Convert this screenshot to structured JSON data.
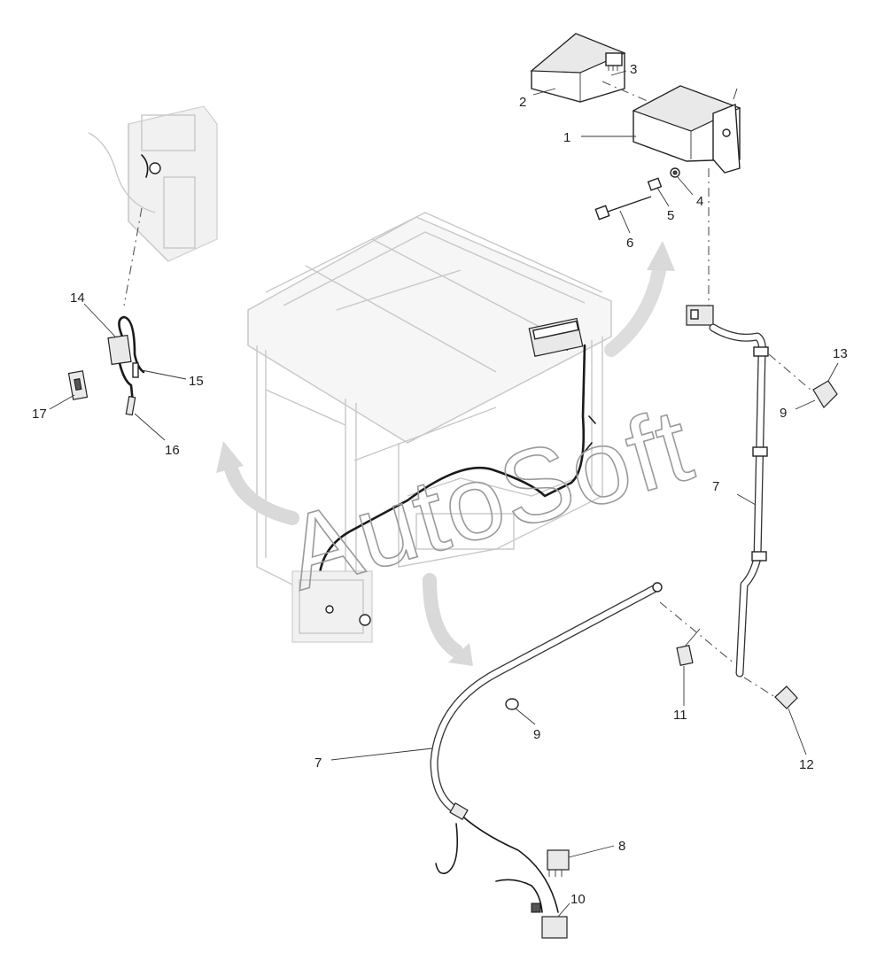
{
  "watermark": "AutoSoft",
  "callouts": [
    {
      "id": "1",
      "label": "1"
    },
    {
      "id": "2",
      "label": "2"
    },
    {
      "id": "3",
      "label": "3"
    },
    {
      "id": "4",
      "label": "4"
    },
    {
      "id": "5",
      "label": "5"
    },
    {
      "id": "6",
      "label": "6"
    },
    {
      "id": "7a",
      "label": "7"
    },
    {
      "id": "7b",
      "label": "7"
    },
    {
      "id": "8",
      "label": "8"
    },
    {
      "id": "9a",
      "label": "9"
    },
    {
      "id": "9b",
      "label": "9"
    },
    {
      "id": "10",
      "label": "10"
    },
    {
      "id": "11",
      "label": "11"
    },
    {
      "id": "12",
      "label": "12"
    },
    {
      "id": "13",
      "label": "13"
    },
    {
      "id": "14",
      "label": "14"
    },
    {
      "id": "15",
      "label": "15"
    },
    {
      "id": "16",
      "label": "16"
    },
    {
      "id": "17",
      "label": "17"
    }
  ]
}
